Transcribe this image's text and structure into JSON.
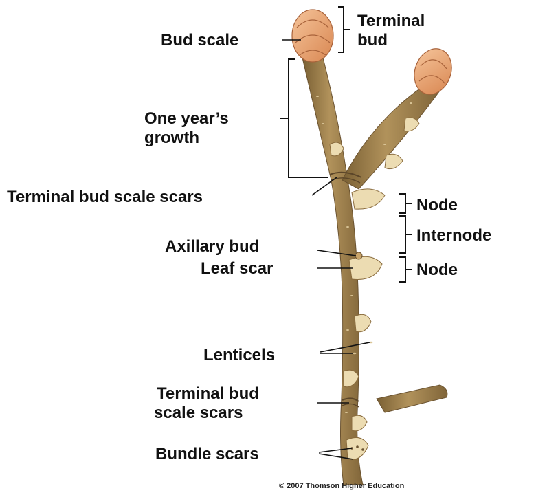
{
  "labels": {
    "terminal_bud_line1": "Terminal",
    "terminal_bud_line2": "bud",
    "bud_scale": "Bud scale",
    "one_years_growth_line1": "One year’s",
    "one_years_growth_line2": "growth",
    "terminal_bud_scale_scars_top": "Terminal bud scale scars",
    "node_upper": "Node",
    "internode": "Internode",
    "axillary_bud": "Axillary bud",
    "leaf_scar": "Leaf scar",
    "node_lower": "Node",
    "lenticels": "Lenticels",
    "terminal_bud_scale_scars_lower_line1": "Terminal bud",
    "terminal_bud_scale_scars_lower_line2": "scale scars",
    "bundle_scars": "Bundle scars"
  },
  "credit": "© 2007 Thomson Higher Education",
  "colors": {
    "bark_dark": "#7a6034",
    "bark": "#a3844e",
    "bark_light": "#c2a470",
    "bud": "#e39a66",
    "bud_light": "#f5c49a",
    "scar": "#ecdcb2"
  }
}
